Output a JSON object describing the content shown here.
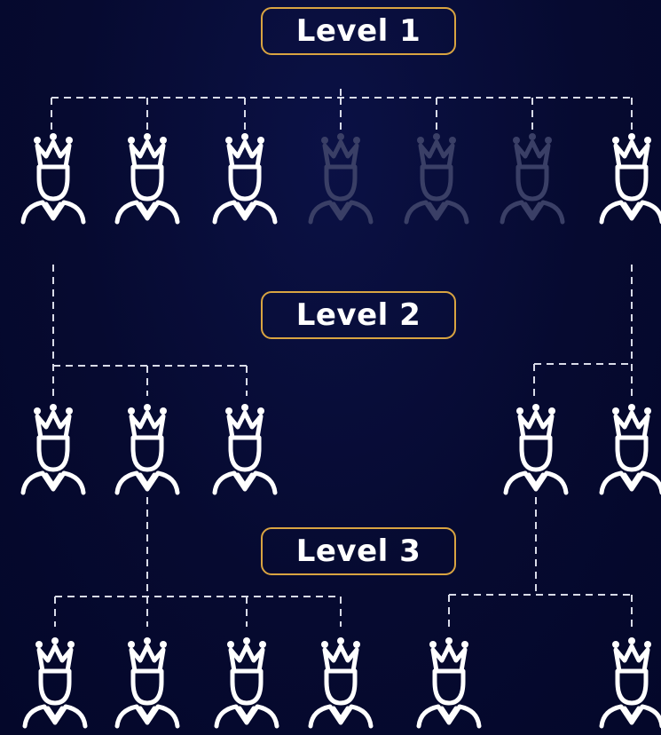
{
  "levels": [
    {
      "label": "Level 1"
    },
    {
      "label": "Level 2"
    },
    {
      "label": "Level 3"
    }
  ],
  "colors": {
    "background": "#060a30",
    "badge_border": "#d9a441",
    "icon_active": "#ffffff",
    "icon_inactive": "#3a3f66",
    "connector": "#d8dbe8"
  },
  "icon": "crowned-person-icon"
}
